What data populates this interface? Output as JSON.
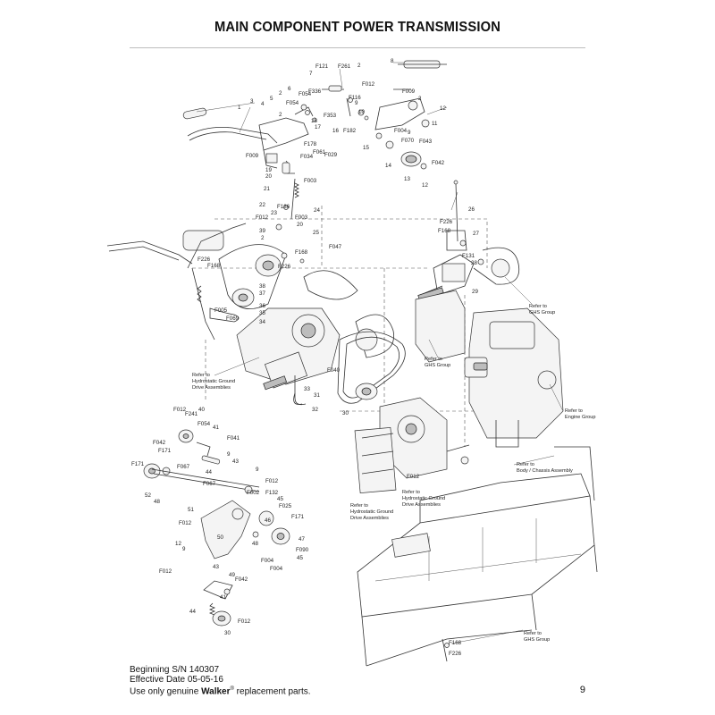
{
  "page": {
    "title": "MAIN COMPONENT POWER TRANSMISSION",
    "page_number": "9"
  },
  "footer": {
    "serial": "Beginning S/N 140307",
    "effective_date": "Effective Date 05-05-16",
    "notice_prefix": "Use only genuine ",
    "brand": "Walker",
    "registered_mark": "®",
    "notice_suffix": " replacement parts."
  },
  "diagram": {
    "notes": {
      "ghs_1": [
        "Refer to",
        "GHS Group"
      ],
      "ghs_2": [
        "Refer to",
        "GHS Group"
      ],
      "ghs_3": [
        "Refer to",
        "GHS Group"
      ],
      "hydro_1": [
        "Refer to",
        "Hydrostatic Ground",
        "Drive Assemblies"
      ],
      "hydro_2": [
        "Refer to",
        "Hydrostatic Ground",
        "Drive Assemblies"
      ],
      "hydro_3": [
        "Refer to",
        "Hydrostatic Ground",
        "Drive Assemblies"
      ],
      "engine": [
        "Refer to",
        "Engine Group"
      ],
      "chassis": [
        "Refer to",
        "Body / Chassis Assembly"
      ]
    },
    "callouts": [
      "8",
      "7",
      "F121",
      "F261",
      "2",
      "6",
      "F336",
      "3",
      "5",
      "F054",
      "2",
      "1",
      "4",
      "F054",
      "2",
      "F353",
      "9",
      "10",
      "F012",
      "F116",
      "F009",
      "2",
      "18",
      "17",
      "F178",
      "F061",
      "F029",
      "F034",
      "F182",
      "16",
      "F004",
      "9",
      "F070",
      "11",
      "F043",
      "12",
      "15",
      "14",
      "13",
      "F042",
      "12",
      "F009",
      "19",
      "20",
      "F003",
      "21",
      "22",
      "23",
      "F186",
      "24",
      "F012",
      "F003",
      "20",
      "39",
      "2",
      "25",
      "F047",
      "F226",
      "F168",
      "26",
      "27",
      "28",
      "F226",
      "F168",
      "F131",
      "F226",
      "F168",
      "38",
      "37",
      "36",
      "35",
      "34",
      "F005",
      "F069",
      "29",
      "33",
      "32",
      "31",
      "30",
      "F040",
      "40",
      "F241",
      "F012",
      "F054",
      "41",
      "F041",
      "F042",
      "F171",
      "9",
      "43",
      "F171",
      "52",
      "48",
      "F067",
      "44",
      "F067",
      "9",
      "F012",
      "F002",
      "45",
      "F132",
      "F025",
      "51",
      "50",
      "46",
      "47",
      "F171",
      "F012",
      "48",
      "F004",
      "F090",
      "45",
      "F004",
      "12",
      "9",
      "F012",
      "43",
      "49",
      "F042",
      "41",
      "44",
      "F012",
      "30",
      "F012",
      "F168",
      "F226"
    ]
  }
}
